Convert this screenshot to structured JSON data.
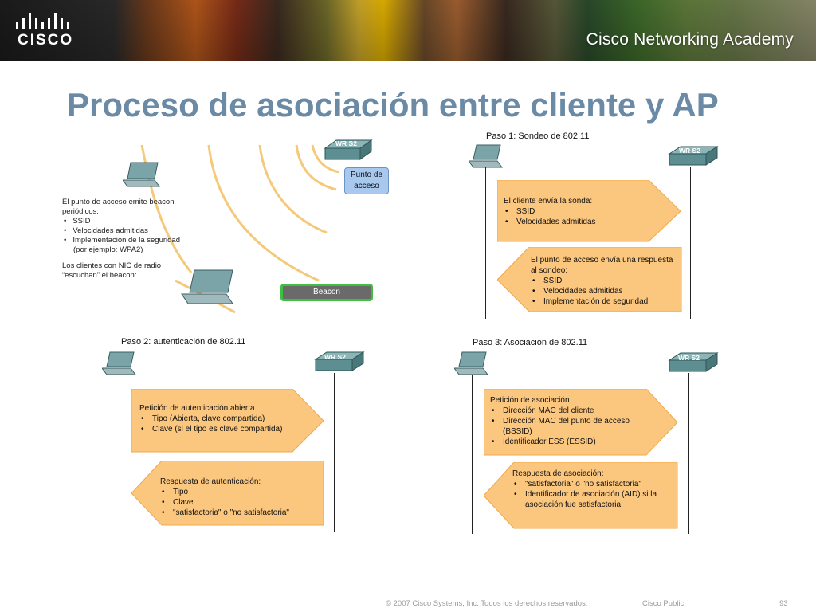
{
  "header": {
    "cisco_logo_text": "CISCO",
    "academy_text": "Cisco Networking Academy"
  },
  "title": "Proceso de asociación entre cliente y AP",
  "panel_beacon": {
    "ap_label": "WR S2",
    "ap_callout": "Punto de acceso",
    "intro": "El punto de acceso emite beacon periódicos:",
    "items": [
      "SSID",
      "Velocidades admitidas",
      "Implementación de la seguridad (por ejemplo: WPA2)"
    ],
    "outro": "Los clientes con NIC de radio “escuchan” el beacon:",
    "beacon_label": "Beacon"
  },
  "panel_step1": {
    "title": "Paso 1: Sondeo de 802.11",
    "ap_label": "WR S2",
    "request_intro": "El cliente envía la sonda:",
    "request_items": [
      "SSID",
      "Velocidades admitidas"
    ],
    "response_intro": "El punto de acceso envía una respuesta al sondeo:",
    "response_items": [
      "SSID",
      "Velocidades admitidas",
      "Implementación de seguridad"
    ]
  },
  "panel_step2": {
    "title": "Paso 2: autenticación de 802.11",
    "ap_label": "WR S2",
    "request_intro": "Petición de autenticación abierta",
    "request_items": [
      "Tipo (Abierta, clave compartida)",
      "Clave (si el tipo es clave compartida)"
    ],
    "response_intro": "Respuesta de autenticación:",
    "response_items": [
      "Tipo",
      "Clave",
      "\"satisfactoria\" o \"no satisfactoria\""
    ]
  },
  "panel_step3": {
    "title": "Paso 3: Asociación de 802.11",
    "ap_label": "WR S2",
    "request_intro": "Petición de asociación",
    "request_items": [
      "Dirección MAC del cliente",
      "Dirección MAC del punto de acceso (BSSID)",
      "Identificador ESS (ESSID)"
    ],
    "response_intro": "Respuesta de asociación:",
    "response_items": [
      "\"satisfactoria\" o \"no satisfactoria\"",
      "Identificador de asociación (AID) si la asociación fue satisfactoria"
    ]
  },
  "footer": {
    "copyright": "© 2007 Cisco Systems, Inc. Todos los derechos reservados.",
    "classification": "Cisco Public",
    "page": "93"
  },
  "colors": {
    "title": "#6a8aa6",
    "arrow_fill": "#fbc67e",
    "arrow_stroke": "#f0a94a",
    "beacon_border": "#3fbf3f",
    "callout_fill": "#a9c8ee"
  }
}
